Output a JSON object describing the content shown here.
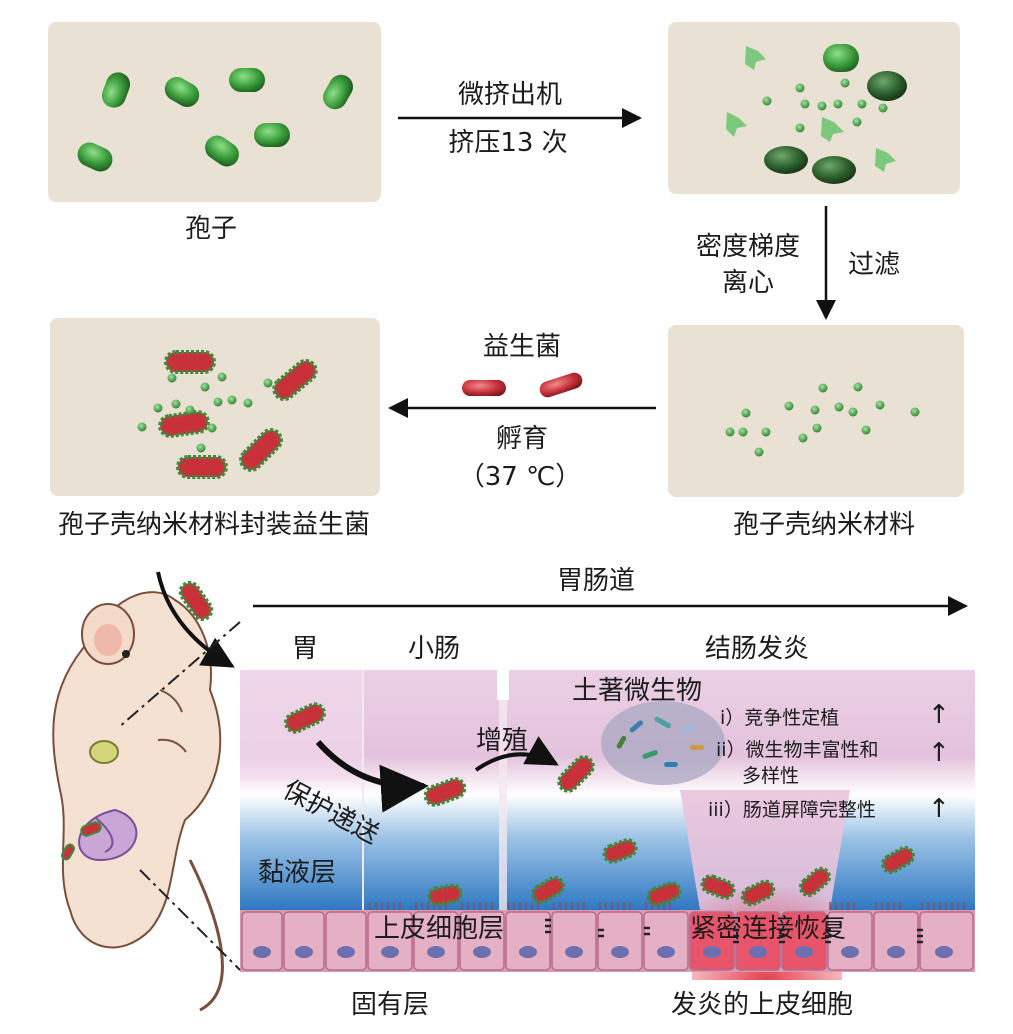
{
  "labels": {
    "spores": "孢子",
    "step1_line1": "微挤出机",
    "step1_line2": "挤压13 次",
    "step2_left_line1": "密度梯度",
    "step2_left_line2": "离心",
    "step2_right": "过滤",
    "probiotic": "益生菌",
    "step3_line1": "孵育",
    "step3_line2": "（37 ℃）",
    "nano_material": "孢子壳纳米材料",
    "encapsulated": "孢子壳纳米材料封装益生菌",
    "gi_tract": "胃肠道",
    "stomach": "胃",
    "small_intestine": "小肠",
    "colitis": "结肠发炎",
    "native_microbes": "土著微生物",
    "effect_1": "i）竞争性定植",
    "effect_2a": "ii）微生物丰富性和",
    "effect_2b": "多样性",
    "effect_3": "iii）肠道屏障完整性",
    "up_arrow": "↑",
    "proliferation": "增殖",
    "protective_delivery": "保护递送",
    "mucus_layer": "黏液层",
    "epithelial_layer": "上皮细胞层",
    "tight_junction": "紧密连接恢复",
    "lamina_propria": "固有层",
    "inflamed_epithelium": "发炎的上皮细胞"
  },
  "colors": {
    "panel_bg": "#e9e1d3",
    "spore_green": "#3fa33f",
    "probiotic_red": "#c8313a",
    "fragment_green": "#7cc97e",
    "mucus_pink": "#e6c6df",
    "mucus_blue": "#3f86c9",
    "cell_pink": "#e7a2b8",
    "cell_inflamed": "#e0303f"
  }
}
